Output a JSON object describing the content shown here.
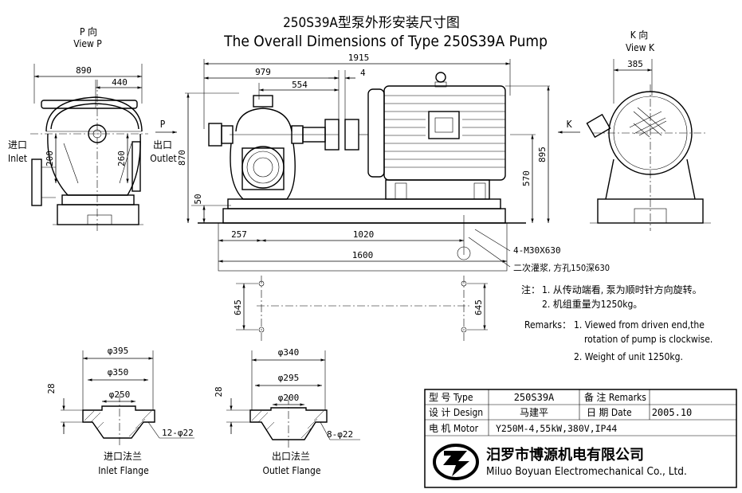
{
  "title": {
    "cn": "250S39A型泵外形安装尺寸图",
    "en": "The Overall Dimensions of Type 250S39A Pump"
  },
  "views": {
    "p": {
      "cn": "P 向",
      "en": "View P",
      "arrow": "P"
    },
    "k": {
      "cn": "K 向",
      "en": "View K",
      "arrow": "K"
    }
  },
  "ports": {
    "inlet_cn": "进口",
    "inlet_en": "Inlet",
    "outlet_cn": "出口",
    "outlet_en": "Outlet"
  },
  "dimensions": {
    "d890": "890",
    "d440": "440",
    "d200": "200",
    "d260": "260",
    "d1915": "1915",
    "d979": "979",
    "d554": "554",
    "d4": "4",
    "d870": "870",
    "d50": "50",
    "d895": "895",
    "d570": "570",
    "d257": "257",
    "d1020": "1020",
    "d1600": "1600",
    "d645a": "645",
    "d645b": "645",
    "d385": "385"
  },
  "anchor": {
    "bolts": "4-M30X630",
    "grout": "二次灌浆, 方孔150深630"
  },
  "notes": {
    "cn_label": "注：",
    "cn1": "1. 从传动端看, 泵为顺时针方向旋转。",
    "cn2": "2. 机组重量为1250kg。",
    "en_label": "Remarks：",
    "en1a": "1. Viewed from driven end,the",
    "en1b": "rotation of pump is  clockwise.",
    "en2": "2. Weight of unit 1250kg."
  },
  "inlet_flange": {
    "d1": "φ395",
    "d2": "φ350",
    "d3": "φ250",
    "thk": "28",
    "holes": "12-φ22",
    "cn": "进口法兰",
    "en": "Inlet Flange"
  },
  "outlet_flange": {
    "d1": "φ340",
    "d2": "φ295",
    "d3": "φ200",
    "thk": "28",
    "holes": "8-φ22",
    "cn": "出口法兰",
    "en": "Outlet Flange"
  },
  "table": {
    "type_label": "型 号 Type",
    "type_value": "250S39A",
    "remarks_label": "备 注 Remarks",
    "remarks_value": "",
    "design_label": "设 计 Design",
    "design_value": "马建平",
    "date_label": "日 期 Date",
    "date_value": "2005.10",
    "motor_label": "电 机 Motor",
    "motor_value": "Y250M-4,55kW,380V,IP44",
    "company_cn": "汨罗市博源机电有限公司",
    "company_en": "Miluo Boyuan Electromechanical Co., Ltd."
  }
}
